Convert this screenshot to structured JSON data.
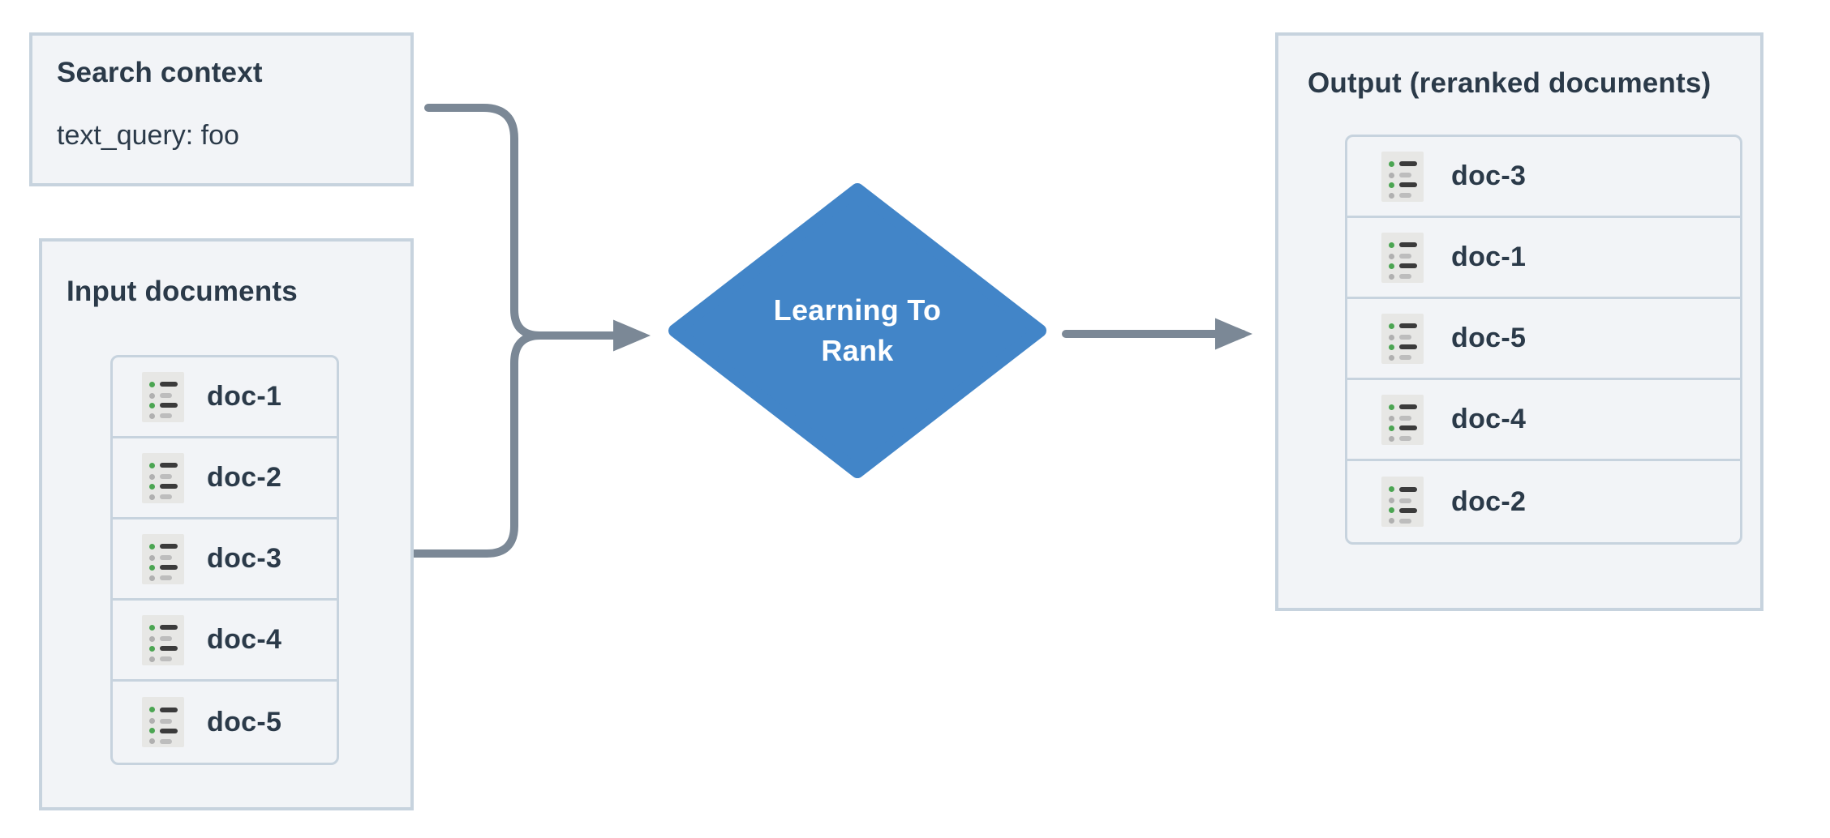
{
  "diagram": {
    "type": "flowchart",
    "background": "#ffffff",
    "panel_fill": "#f2f4f7",
    "panel_border": "#c7d3de",
    "text_color": "#2b3a49",
    "edge_color": "#7b8896",
    "node_fill": "#4285c8",
    "node_text_color": "#ffffff",
    "icon_fill": "#e7e7e5",
    "icon_accent": "#4ba552"
  },
  "search_context": {
    "title": "Search context",
    "query": "text_query: foo"
  },
  "input_documents": {
    "title": "Input documents",
    "docs": [
      {
        "label": "doc-1",
        "icon": "document-list-icon"
      },
      {
        "label": "doc-2",
        "icon": "document-list-icon"
      },
      {
        "label": "doc-3",
        "icon": "document-list-icon"
      },
      {
        "label": "doc-4",
        "icon": "document-list-icon"
      },
      {
        "label": "doc-5",
        "icon": "document-list-icon"
      }
    ]
  },
  "process_node": {
    "label": "Learning To\nRank",
    "shape": "diamond"
  },
  "output": {
    "title": "Output (reranked documents)",
    "docs": [
      {
        "label": "doc-3",
        "icon": "document-list-icon"
      },
      {
        "label": "doc-1",
        "icon": "document-list-icon"
      },
      {
        "label": "doc-5",
        "icon": "document-list-icon"
      },
      {
        "label": "doc-4",
        "icon": "document-list-icon"
      },
      {
        "label": "doc-2",
        "icon": "document-list-icon"
      }
    ]
  },
  "edges": [
    {
      "from": "search_context",
      "to": "process_node",
      "style": "orthogonal-rounded",
      "arrow": true
    },
    {
      "from": "input_documents",
      "to": "process_node",
      "style": "orthogonal-rounded",
      "arrow": true
    },
    {
      "from": "process_node",
      "to": "output",
      "style": "straight",
      "arrow": true
    }
  ]
}
